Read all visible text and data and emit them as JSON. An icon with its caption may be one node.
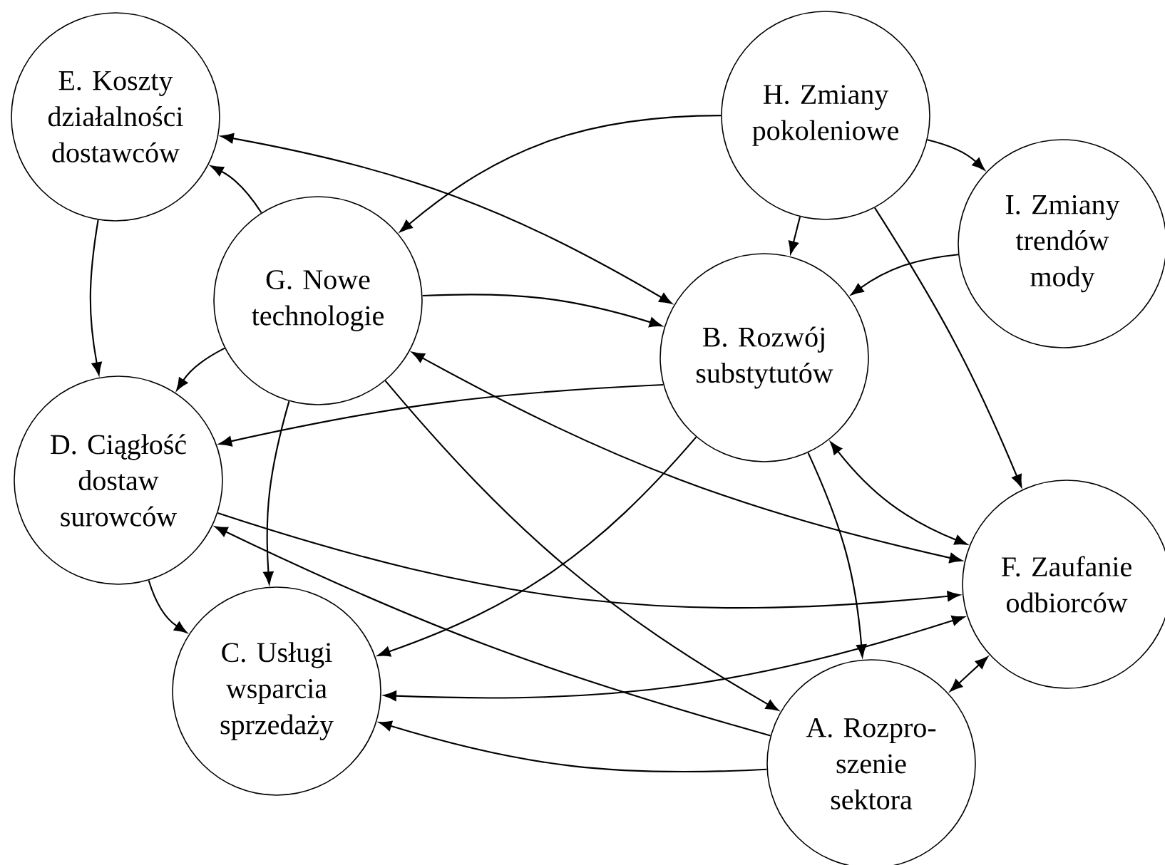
{
  "diagram": {
    "nodes": [
      {
        "text": [
          "E. Koszty działalności dostawców"
        ]
      },
      {
        "text": [
          "H. Zmiany pokoleniowe"
        ]
      },
      {
        "text": [
          "I. Zmiany trendów mody"
        ]
      },
      {
        "text": [
          "G. Nowe technologie"
        ]
      },
      {
        "text": [
          "B. Rozwój substytutów"
        ]
      },
      {
        "text": [
          "D. Ciągłość dostaw surowców"
        ]
      },
      {
        "text": [
          "F. Zaufanie odbiorców"
        ]
      },
      {
        "text": [
          "C. Usługi wsparcia sprzedaży"
        ]
      },
      {
        "text": [
          "A. Rozpro- szenie sektora"
        ]
      }
    ],
    "edges": [
      {
        "from": 3,
        "to": 0,
        "arrow": "to"
      },
      {
        "from": 0,
        "to": 4,
        "arrow": "both"
      },
      {
        "from": 0,
        "to": 5,
        "arrow": "to"
      },
      {
        "from": 1,
        "to": 3,
        "arrow": "to"
      },
      {
        "from": 1,
        "to": 4,
        "arrow": "to"
      },
      {
        "from": 1,
        "to": 2,
        "arrow": "to"
      },
      {
        "from": 1,
        "to": 6,
        "arrow": "to"
      },
      {
        "from": 2,
        "to": 4,
        "arrow": "to"
      },
      {
        "from": 3,
        "to": 4,
        "arrow": "to"
      },
      {
        "from": 3,
        "to": 5,
        "arrow": "to"
      },
      {
        "from": 3,
        "to": 7,
        "arrow": "to"
      },
      {
        "from": 3,
        "to": 8,
        "arrow": "to"
      },
      {
        "from": 3,
        "to": 6,
        "arrow": "both"
      },
      {
        "from": 4,
        "to": 5,
        "arrow": "to"
      },
      {
        "from": 4,
        "to": 7,
        "arrow": "to"
      },
      {
        "from": 4,
        "to": 8,
        "arrow": "to"
      },
      {
        "from": 4,
        "to": 6,
        "arrow": "both"
      },
      {
        "from": 5,
        "to": 6,
        "arrow": "to"
      },
      {
        "from": 5,
        "to": 7,
        "arrow": "to"
      },
      {
        "from": 8,
        "to": 5,
        "arrow": "to"
      },
      {
        "from": 8,
        "to": 7,
        "arrow": "to"
      },
      {
        "from": 7,
        "to": 6,
        "arrow": "both"
      },
      {
        "from": 8,
        "to": 6,
        "arrow": "both"
      }
    ]
  }
}
